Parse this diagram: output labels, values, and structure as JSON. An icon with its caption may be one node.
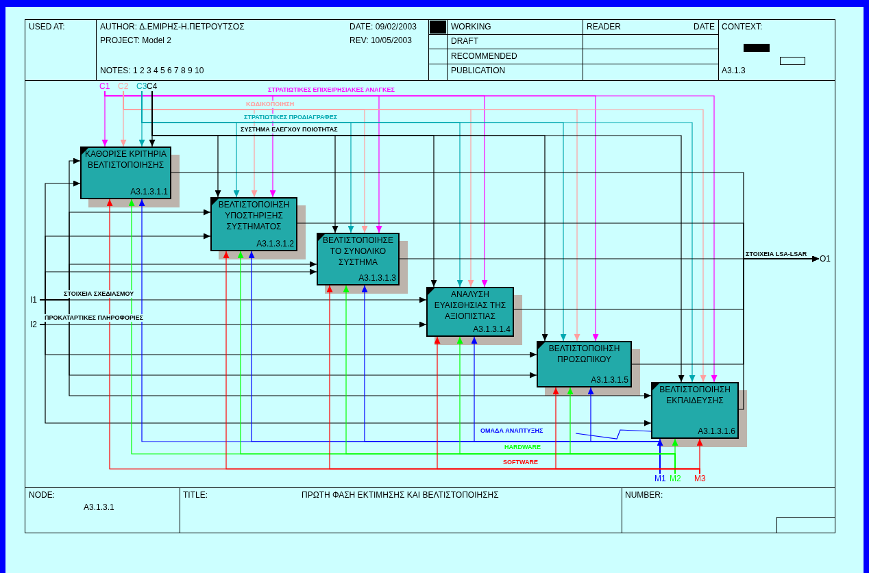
{
  "diagram": {
    "title": "ΠΡΩΤΗ ΦΑΣΗ ΕΚΤΙΜΗΣΗΣ ΚΑΙ ΒΕΛΤΙΣΤΟΠΟΙΗΣΗΣ",
    "nodes": [
      {
        "text": [
          "ΚΑΘΟΡΙΣΕ ΚΡΙΤΗΡΙΑ ΒΕΛΤΙΣΤΟΠΟΙΗΣΗΣ",
          "A3.1.3.1.1"
        ]
      },
      {
        "text": [
          "ΒΕΛΤΙΣΤΟΠΟΙΗΣΗ ΥΠΟΣΤΗΡΙΞΗΣ ΣΥΣΤΗΜΑΤΟΣ",
          "A3.1.3.1.2"
        ]
      },
      {
        "text": [
          "ΒΕΛΤΙΣΤΟΠΟΙΗΣΕ ΤΟ ΣΥΝΟΛΙΚΟ ΣΥΣΤΗΜΑ",
          "A3.1.3.1.3"
        ]
      },
      {
        "text": [
          "ΑΝΑΛΥΣΗ ΕΥΑΙΣΘΗΣΙΑΣ ΤΗΣ ΑΞΙΟΠΙΣΤΙΑΣ",
          "A3.1.3.1.4"
        ]
      },
      {
        "text": [
          "ΒΕΛΤΙΣΤΟΠΟΙΗΣΗ ΠΡΟΣΩΠΙΚΟΥ",
          "A3.1.3.1.5"
        ]
      },
      {
        "text": [
          "ΒΕΛΤΙΣΤΟΠΟΙΗΣΗ ΕΚΠΑΙΔΕΥΣΗΣ",
          "A3.1.3.1.6"
        ]
      },
      {
        "text": [
          "C1"
        ]
      },
      {
        "text": [
          "C2"
        ]
      },
      {
        "text": [
          "C3"
        ]
      },
      {
        "text": [
          "C4"
        ]
      },
      {
        "text": [
          "I1"
        ]
      },
      {
        "text": [
          "I2"
        ]
      },
      {
        "text": [
          "O1"
        ]
      },
      {
        "text": [
          "M1"
        ]
      },
      {
        "text": [
          "M2"
        ]
      },
      {
        "text": [
          "M3"
        ]
      }
    ],
    "edges": [
      {
        "from": 6,
        "to": 0,
        "arrow": "to",
        "color": "#ff00ff"
      },
      {
        "from": 6,
        "to": 1,
        "arrow": "to",
        "color": "#ff00ff"
      },
      {
        "from": 6,
        "to": 2,
        "arrow": "to",
        "color": "#ff00ff"
      },
      {
        "from": 6,
        "to": 3,
        "arrow": "to",
        "color": "#ff00ff",
        "label": "ΣΤΡΑΤΙΩΤΙΚΕΣ ΕΠΙΧΕΙΡΗΣΙΑΚΕΣ ΑΝΑΓΚΕΣ"
      },
      {
        "from": 6,
        "to": 4,
        "arrow": "to",
        "color": "#ff00ff"
      },
      {
        "from": 6,
        "to": 5,
        "arrow": "to",
        "color": "#ff00ff"
      },
      {
        "from": 7,
        "to": 0,
        "arrow": "to",
        "color": "#ff9f9f"
      },
      {
        "from": 7,
        "to": 1,
        "arrow": "to",
        "color": "#ff9f9f"
      },
      {
        "from": 7,
        "to": 2,
        "arrow": "to",
        "color": "#ff9f9f",
        "label": "ΚΩΔΙΚΟΠΟΙΗΣΗ"
      },
      {
        "from": 7,
        "to": 3,
        "arrow": "to",
        "color": "#ff9f9f"
      },
      {
        "from": 7,
        "to": 4,
        "arrow": "to",
        "color": "#ff9f9f"
      },
      {
        "from": 7,
        "to": 5,
        "arrow": "to",
        "color": "#ff9f9f"
      },
      {
        "from": 8,
        "to": 0,
        "arrow": "to",
        "color": "#00a8b0"
      },
      {
        "from": 8,
        "to": 1,
        "arrow": "to",
        "color": "#00a8b0"
      },
      {
        "from": 8,
        "to": 2,
        "arrow": "to",
        "color": "#00a8b0",
        "label": "ΣΤΡΑΤΙΩΤΙΚΕΣ ΠΡΟΔΙΑΓΡΑΦΕΣ"
      },
      {
        "from": 8,
        "to": 3,
        "arrow": "to",
        "color": "#00a8b0"
      },
      {
        "from": 8,
        "to": 4,
        "arrow": "to",
        "color": "#00a8b0"
      },
      {
        "from": 8,
        "to": 5,
        "arrow": "to",
        "color": "#00a8b0"
      },
      {
        "from": 9,
        "to": 0,
        "arrow": "to"
      },
      {
        "from": 9,
        "to": 1,
        "arrow": "to"
      },
      {
        "from": 9,
        "to": 2,
        "arrow": "to",
        "label": "ΣΥΣΤΗΜΑ ΕΛΕΓΧΟΥ ΠΟΙΟΤΗΤΑΣ"
      },
      {
        "from": 9,
        "to": 3,
        "arrow": "to"
      },
      {
        "from": 9,
        "to": 4,
        "arrow": "to"
      },
      {
        "from": 9,
        "to": 5,
        "arrow": "to"
      },
      {
        "from": 10,
        "to": 0,
        "arrow": "to"
      },
      {
        "from": 10,
        "to": 1,
        "arrow": "to"
      },
      {
        "from": 10,
        "to": 2,
        "arrow": "to"
      },
      {
        "from": 10,
        "to": 3,
        "arrow": "to",
        "label": "ΣΤΟΙΧΕΙΑ ΣΧΕΔΙΑΣΜΟΥ"
      },
      {
        "from": 10,
        "to": 4,
        "arrow": "to"
      },
      {
        "from": 10,
        "to": 5,
        "arrow": "to"
      },
      {
        "from": 11,
        "to": 0,
        "arrow": "to"
      },
      {
        "from": 11,
        "to": 1,
        "arrow": "to"
      },
      {
        "from": 11,
        "to": 2,
        "arrow": "to"
      },
      {
        "from": 11,
        "to": 3,
        "arrow": "to",
        "label": "ΠΡΟΚΑΤΑΡΤΙΚΕΣ ΠΛΗΡΟΦΟΡΙΕΣ"
      },
      {
        "from": 11,
        "to": 4,
        "arrow": "to"
      },
      {
        "from": 11,
        "to": 5,
        "arrow": "to"
      },
      {
        "from": 0,
        "to": 12,
        "arrow": "to"
      },
      {
        "from": 1,
        "to": 12,
        "arrow": "to"
      },
      {
        "from": 2,
        "to": 12,
        "arrow": "to",
        "label": "ΣΤΟΙΧΕΙΑ LSA-LSAR"
      },
      {
        "from": 3,
        "to": 12,
        "arrow": "to"
      },
      {
        "from": 4,
        "to": 12,
        "arrow": "to"
      },
      {
        "from": 5,
        "to": 12,
        "arrow": "to"
      },
      {
        "from": 13,
        "to": 0,
        "arrow": "to",
        "color": "#0000ff"
      },
      {
        "from": 13,
        "to": 1,
        "arrow": "to",
        "color": "#0000ff"
      },
      {
        "from": 13,
        "to": 2,
        "arrow": "to",
        "color": "#0000ff"
      },
      {
        "from": 13,
        "to": 3,
        "arrow": "to",
        "color": "#0000ff",
        "label": "ΟΜΑΔΑ ΑΝΑΠΤΥΞΗΣ"
      },
      {
        "from": 13,
        "to": 4,
        "arrow": "to",
        "color": "#0000ff"
      },
      {
        "from": 13,
        "to": 5,
        "arrow": "to",
        "color": "#0000ff"
      },
      {
        "from": 14,
        "to": 0,
        "arrow": "to",
        "color": "#00ff00"
      },
      {
        "from": 14,
        "to": 1,
        "arrow": "to",
        "color": "#00ff00"
      },
      {
        "from": 14,
        "to": 2,
        "arrow": "to",
        "color": "#00ff00"
      },
      {
        "from": 14,
        "to": 3,
        "arrow": "to",
        "color": "#00ff00",
        "label": "HARDWARE"
      },
      {
        "from": 14,
        "to": 4,
        "arrow": "to",
        "color": "#00ff00"
      },
      {
        "from": 14,
        "to": 5,
        "arrow": "to",
        "color": "#00ff00"
      },
      {
        "from": 15,
        "to": 0,
        "arrow": "to",
        "color": "#ff0000"
      },
      {
        "from": 15,
        "to": 1,
        "arrow": "to",
        "color": "#ff0000"
      },
      {
        "from": 15,
        "to": 2,
        "arrow": "to",
        "color": "#ff0000"
      },
      {
        "from": 15,
        "to": 3,
        "arrow": "to",
        "color": "#ff0000",
        "label": "SOFTWARE"
      },
      {
        "from": 15,
        "to": 4,
        "arrow": "to",
        "color": "#ff0000"
      },
      {
        "from": 15,
        "to": 5,
        "arrow": "to",
        "color": "#ff0000"
      }
    ],
    "labels": [
      "USED AT:",
      "AUTHOR: Δ.ΕΜΙΡΗΣ-Η.ΠΕΤΡΟΥΤΣΟΣ",
      "DATE: 09/02/2003",
      "WORKING",
      "READER",
      "DATE",
      "CONTEXT:",
      "PROJECT: Model 2",
      "REV: 10/05/2003",
      "DRAFT",
      "RECOMMENDED",
      "NOTES: 1 2 3 4 5 6 7 8 9 10",
      "PUBLICATION",
      "A3.1.3",
      "NODE:",
      "A3.1.3.1",
      "TITLE:",
      "NUMBER:"
    ]
  }
}
